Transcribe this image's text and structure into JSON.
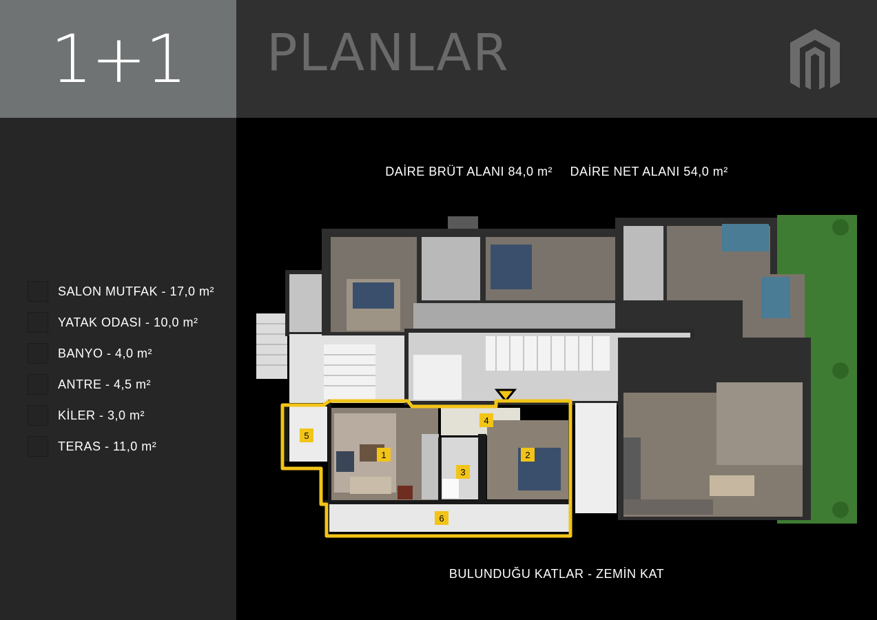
{
  "header": {
    "unit_type": "1+1",
    "title": "PLANLAR"
  },
  "legend": [
    {
      "label": "SALON MUTFAK - 17,0 m²"
    },
    {
      "label": "YATAK ODASI - 10,0 m²"
    },
    {
      "label": "BANYO - 4,0 m²"
    },
    {
      "label": "ANTRE - 4,5 m²"
    },
    {
      "label": "KİLER - 3,0 m²"
    },
    {
      "label": "TERAS - 11,0 m²"
    }
  ],
  "plan": {
    "gross_area": "DAİRE BRÜT ALANI 84,0 m²",
    "net_area": "DAİRE NET ALANI 54,0 m²",
    "floors": "BULUNDUĞU KATLAR - ZEMİN KAT",
    "room_numbers": [
      "1",
      "2",
      "3",
      "4",
      "5",
      "6"
    ],
    "highlight_color": "#f2c418",
    "garden_color": "#3e7a32"
  }
}
